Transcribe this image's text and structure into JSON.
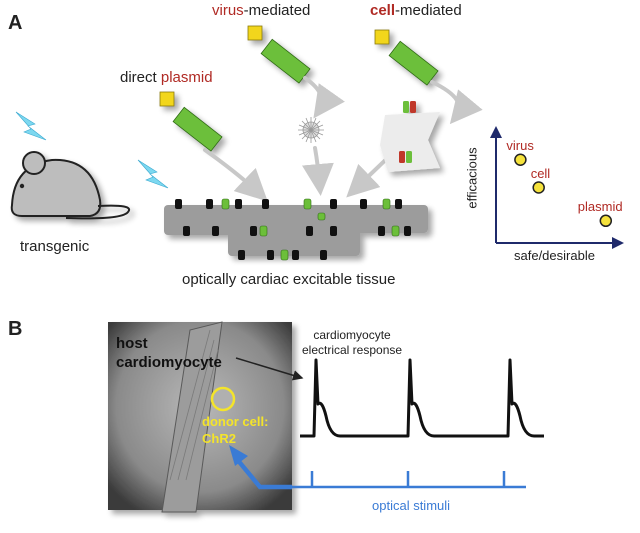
{
  "panel_a": {
    "label": "A",
    "routes": {
      "direct": {
        "prefix": "direct ",
        "highlight": "plasmid"
      },
      "virus": {
        "highlight": "virus",
        "suffix": "-mediated"
      },
      "cell": {
        "highlight": "cell",
        "suffix": "-mediated"
      }
    },
    "transgenic_label": "transgenic",
    "tissue_label": "optically cardiac excitable tissue",
    "scatter": {
      "ylabel": "efficacious",
      "xlabel": "safe/desirable",
      "points": [
        {
          "label": "virus",
          "x": 0.2,
          "y": 0.75
        },
        {
          "label": "cell",
          "x": 0.35,
          "y": 0.5
        },
        {
          "label": "plasmid",
          "x": 0.9,
          "y": 0.2
        }
      ]
    }
  },
  "panel_b": {
    "label": "B",
    "host_label": "host\ncardiomyocyte",
    "donor_label": "donor cell:\nChR2",
    "response_label": "cardiomyocyte\nelectrical response",
    "stimuli_label": "optical stimuli"
  },
  "colors": {
    "accent_red": "#b02a24",
    "stimulus_blue": "#3a7bd5",
    "gene_green": "#6cbf3a",
    "promoter_yellow": "#f2d61c",
    "scatter_point": "#f5e23c",
    "axis_navy": "#1f2a6b",
    "donor_yellow": "#f4e42a"
  }
}
